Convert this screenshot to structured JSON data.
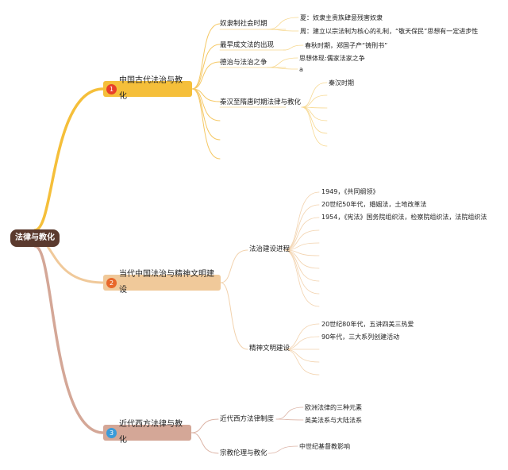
{
  "root": "法律与教化",
  "branches": [
    {
      "num": "1",
      "label": "中国古代法治与教化",
      "color": "#f5bf3a",
      "badge": "#e8402a",
      "subs": [
        {
          "label": "奴隶制社会时期",
          "leaves": [
            "夏：奴隶主贵族肆意残害奴隶",
            "周：建立以宗法制为核心的礼制，“敬天保民”思想有一定进步性"
          ]
        },
        {
          "label": "最早成文法的出现",
          "leaves": [
            "春秋时期，郑国子产“铸刑书”"
          ]
        },
        {
          "label": "德治与法治之争",
          "leaves": [
            "思想体现:儒家法家之争",
            "a"
          ]
        },
        {
          "label": "秦汉至隋唐时期法律与教化",
          "leaves": [
            "秦汉时期"
          ]
        }
      ]
    },
    {
      "num": "2",
      "label": "当代中国法治与精神文明建设",
      "color": "#f0c99a",
      "badge": "#e8672a",
      "subs": [
        {
          "label": "法治建设进程",
          "leaves": [
            "1949，《共同纲领》",
            "20世纪50年代，婚姻法，土地改革法",
            "1954，《宪法》国务院组织法，检察院组织法，法院组织法"
          ]
        },
        {
          "label": "精神文明建设",
          "leaves": [
            "20世纪80年代，五讲四美三热爱",
            "90年代，三大系列创建活动"
          ]
        }
      ]
    },
    {
      "num": "3",
      "label": "近代西方法律与教化",
      "color": "#d4a797",
      "badge": "#3a9bd9",
      "subs": [
        {
          "label": "近代西方法律制度",
          "leaves": [
            "欧洲法律的三种元素",
            "英美法系与大陆法系"
          ]
        },
        {
          "label": "宗教伦理与教化",
          "leaves": [
            "中世纪基督教影响"
          ]
        }
      ]
    }
  ]
}
